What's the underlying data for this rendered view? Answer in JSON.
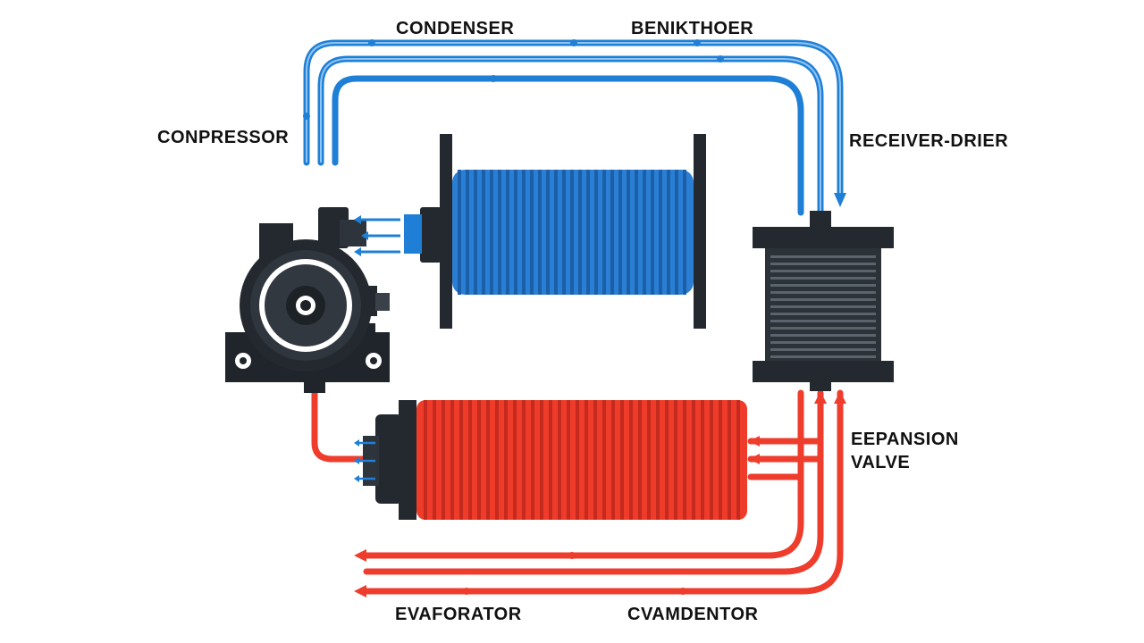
{
  "labels": {
    "condenser": "CONDENSER",
    "top_right": "BENIKTHOER",
    "compressor": "CONPRESSOR",
    "receiver_drier": "RECEIVER-DRIER",
    "expansion_line1": "EEPANSION",
    "expansion_line2": "VALVE",
    "evaporator": "EVAFORATOR",
    "bottom_right": "CVAMDENTOR"
  },
  "colors": {
    "background": "#ffffff",
    "cold_line": "#1f7fd6",
    "hot_line": "#ee3d2c",
    "condenser_fins": "#2a7fd4",
    "evaporator_fins": "#ef3b2a",
    "metal_dark": "#23292f",
    "label_text": "#111111"
  },
  "icons": [
    "compressor-icon",
    "condenser-coil-icon",
    "receiver-drier-icon",
    "evaporator-coil-icon",
    "flow-arrow-icon"
  ]
}
